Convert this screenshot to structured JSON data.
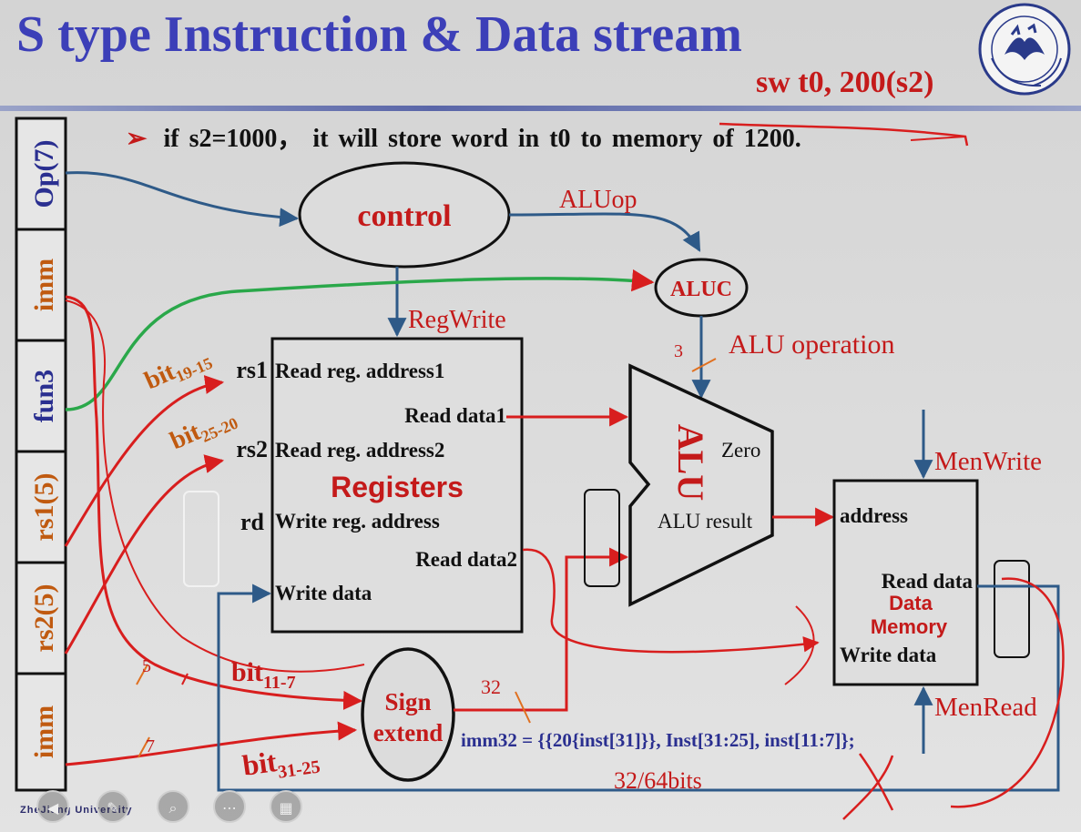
{
  "slide": {
    "title": "S type Instruction & Data stream",
    "instruction": "sw  t0, 200(s2)",
    "bullet_mark": "➢",
    "bullet_text": "if  s2=1000， it  will  store  word in t0 to memory of  1200.",
    "footer": "ZheJiang University"
  },
  "fields": [
    {
      "label": "Op(7)"
    },
    {
      "label": "imm"
    },
    {
      "label": "fun3"
    },
    {
      "label": "rs1(5)"
    },
    {
      "label": "rs2(5)"
    },
    {
      "label": "imm"
    }
  ],
  "control": {
    "label": "control",
    "aluop": "ALUop",
    "regwrite": "RegWrite"
  },
  "aluc": {
    "label": "ALUC",
    "width_label": "3",
    "operation": "ALU operation"
  },
  "registers": {
    "title": "Registers",
    "read_addr1": "Read reg. address1",
    "read_addr2": "Read reg. address2",
    "write_addr": "Write reg. address",
    "write_data": "Write data",
    "read_data1": "Read data1",
    "read_data2": "Read data2",
    "rs1": "rs1",
    "rs2": "rs2",
    "rd": "rd"
  },
  "bits": {
    "b1915": {
      "base": "bit",
      "sub": "19-15"
    },
    "b2520": {
      "base": "bit",
      "sub": "25-20"
    },
    "b117": {
      "base": "bit",
      "sub": "11-7"
    },
    "b3125": {
      "base": "bit",
      "sub": "31-25"
    },
    "w5": "5",
    "w7": "7",
    "w32": "32"
  },
  "alu": {
    "label": "ALU",
    "zero": "Zero",
    "result": "ALU result"
  },
  "sign_extend": {
    "line1": "Sign",
    "line2": "extend",
    "formula": "imm32 = {{20{inst[31]}}, Inst[31:25], inst[11:7]};"
  },
  "memory": {
    "memwrite": "MenWrite",
    "memread": "MenRead",
    "address": "address",
    "read_data": "Read data",
    "title1": "Data",
    "title2": "Memory",
    "write_data": "Write data"
  },
  "bus_label": "32/64bits",
  "colors": {
    "title_blue": "#3c3fb8",
    "label_red": "#c41a1a",
    "wire_blue": "#2e5a88",
    "wire_red": "#d81e1e",
    "wire_green": "#2aa84a",
    "field_orange": "#c05a10",
    "field_blue": "#2a2f90"
  }
}
